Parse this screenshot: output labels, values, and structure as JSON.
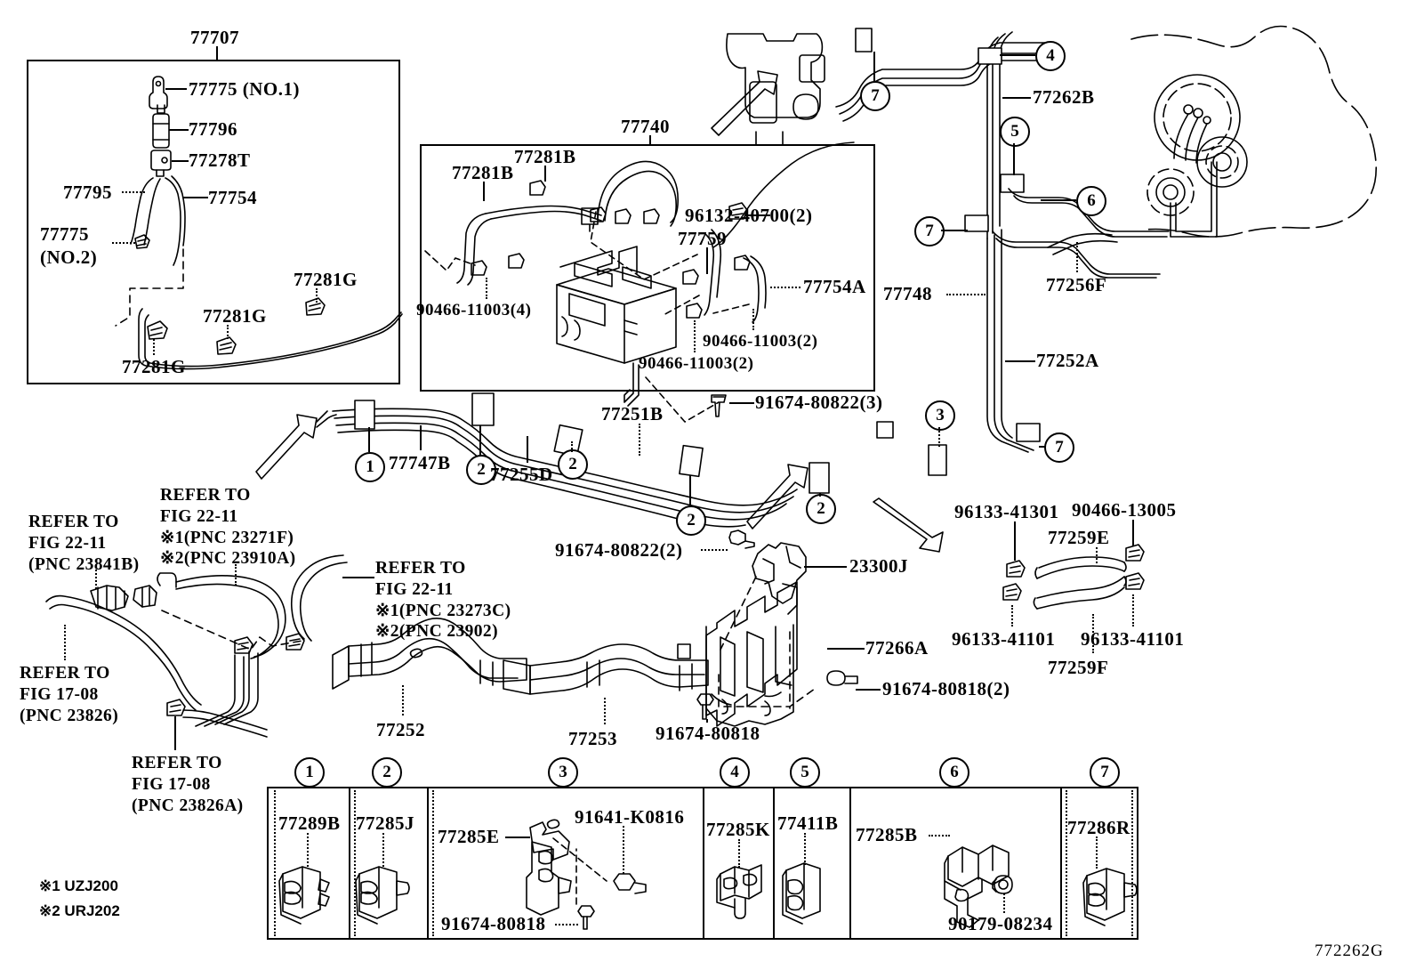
{
  "diagram": {
    "id": "772262G",
    "notes": [
      "※1 UZJ200",
      "※2 URJ202"
    ]
  },
  "panel_77707": {
    "title": "77707",
    "labels": [
      {
        "text": "77775 (NO.1)"
      },
      {
        "text": "77796"
      },
      {
        "text": "77278T"
      },
      {
        "text": "77795"
      },
      {
        "text": "77754"
      },
      {
        "text": "77775\n(NO.2)"
      },
      {
        "text": "77281G"
      },
      {
        "text": "77281G"
      },
      {
        "text": "77281G"
      }
    ]
  },
  "panel_77740": {
    "title": "77740",
    "labels": [
      {
        "text": "77281B"
      },
      {
        "text": "77281B"
      },
      {
        "text": "96132-40700(2)"
      },
      {
        "text": "77759"
      },
      {
        "text": "77754A"
      },
      {
        "text": "90466-11003(4)"
      },
      {
        "text": "90466-11003(2)"
      },
      {
        "text": "90466-11003(2)"
      }
    ]
  },
  "engine_bay": {
    "labels": [
      {
        "text": "77262B"
      },
      {
        "text": "77256F"
      },
      {
        "text": "77748"
      },
      {
        "text": "77252A"
      }
    ],
    "markers": [
      "4",
      "5",
      "6",
      "7",
      "7",
      "3",
      "7"
    ]
  },
  "fuel_line": {
    "labels": [
      {
        "text": "77747B"
      },
      {
        "text": "77255D"
      },
      {
        "text": "77251B"
      },
      {
        "text": "91674-80822(3)"
      },
      {
        "text": "91674-80822(2)"
      },
      {
        "text": "23300J"
      }
    ],
    "markers": [
      "1",
      "2",
      "2",
      "2",
      "2"
    ]
  },
  "lower_left": {
    "refer_blocks": [
      {
        "text": "REFER TO\nFIG 22-11\n(PNC 23841B)"
      },
      {
        "text": "REFER TO\nFIG 22-11\n※1(PNC 23271F)\n※2(PNC 23910A)"
      },
      {
        "text": "REFER TO\nFIG 22-11\n※1(PNC 23273C)\n※2(PNC 23902)"
      },
      {
        "text": "REFER TO\nFIG 17-08\n(PNC 23826)"
      },
      {
        "text": "REFER TO\nFIG 17-08\n(PNC 23826A)"
      }
    ]
  },
  "lower_center": {
    "labels": [
      {
        "text": "77252"
      },
      {
        "text": "77253"
      },
      {
        "text": "77266A"
      },
      {
        "text": "91674-80818"
      },
      {
        "text": "91674-80818(2)"
      }
    ]
  },
  "right_hoses": {
    "labels": [
      {
        "text": "96133-41301"
      },
      {
        "text": "90466-13005"
      },
      {
        "text": "77259E"
      },
      {
        "text": "96133-41101"
      },
      {
        "text": "96133-41101"
      },
      {
        "text": "77259F"
      }
    ]
  },
  "legend": {
    "cells": [
      {
        "num": "1",
        "parts": [
          "77289B"
        ]
      },
      {
        "num": "2",
        "parts": [
          "77285J"
        ]
      },
      {
        "num": "3",
        "parts": [
          "77285E",
          "91641-K0816",
          "91674-80818"
        ]
      },
      {
        "num": "4",
        "parts": [
          "77285K"
        ]
      },
      {
        "num": "5",
        "parts": [
          "77411B"
        ]
      },
      {
        "num": "6",
        "parts": [
          "77285B",
          "90179-08234"
        ]
      },
      {
        "num": "7",
        "parts": [
          "77286R"
        ]
      }
    ]
  }
}
